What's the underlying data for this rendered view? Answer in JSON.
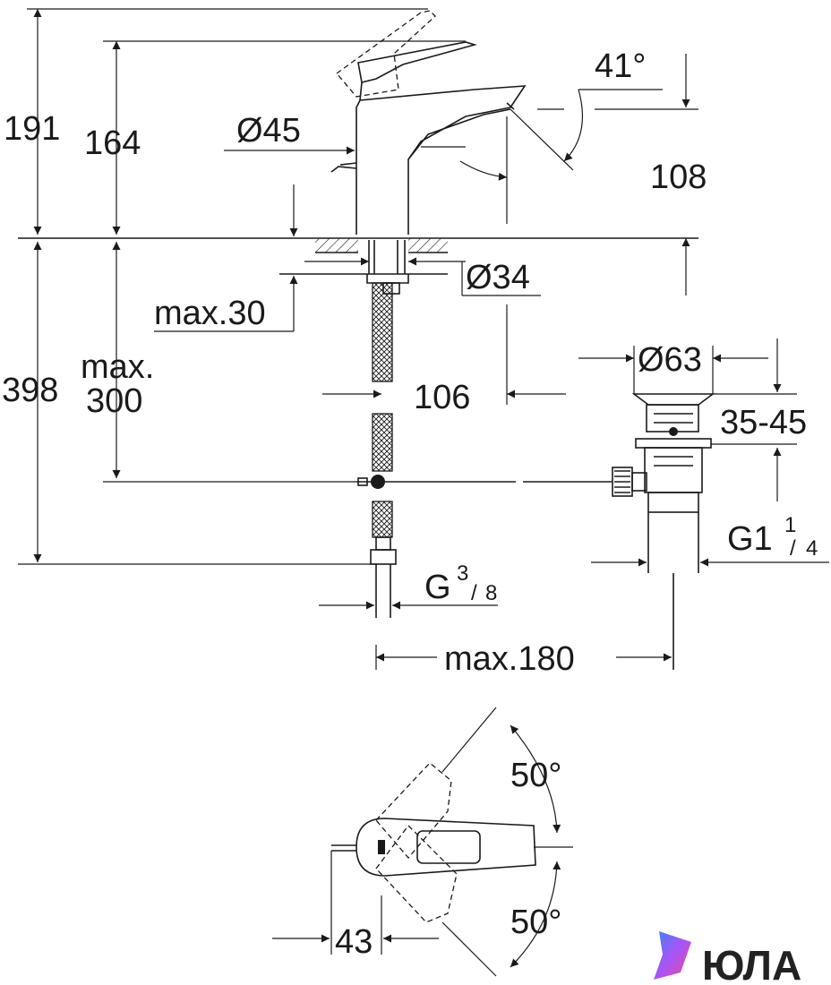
{
  "dimensions": {
    "h191": "191",
    "h164": "164",
    "d45": "Ø45",
    "angle41": "41°",
    "h108": "108",
    "d34": "Ø34",
    "max30": "max.30",
    "h398": "398",
    "max300_line1": "max.",
    "max300_line2": "300",
    "h106": "106",
    "d63": "Ø63",
    "r3545": "35-45",
    "g114_main": "G1",
    "g114_num": "1",
    "g114_den": "4",
    "g38_main": "G",
    "g38_num": "3",
    "g38_den": "8",
    "max180": "max.180",
    "angle50_top": "50°",
    "angle50_bottom": "50°",
    "w43": "43"
  },
  "logo": {
    "text": "ЮЛА",
    "colors": [
      "#3b82f6",
      "#a855f7",
      "#ec4899"
    ]
  }
}
